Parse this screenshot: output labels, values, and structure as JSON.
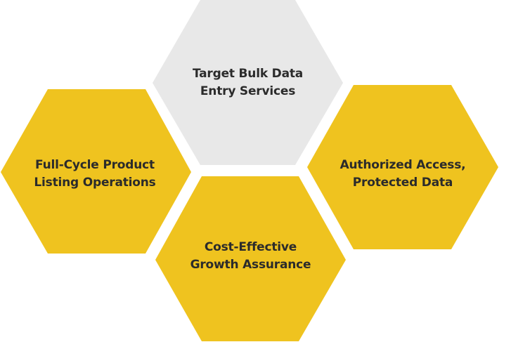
{
  "colors": {
    "background": "#ffffff",
    "highlight": "#efc31f",
    "neutral": "#e8e8e8",
    "text": "#2b2b2b"
  },
  "hexagons": [
    {
      "id": "target-bulk-data-entry",
      "fill": "#e8e8e8",
      "lines": [
        "Target Bulk Data",
        "Entry Services"
      ]
    },
    {
      "id": "full-cycle-product-listing",
      "fill": "#efc31f",
      "lines": [
        "Full-Cycle Product",
        "Listing Operations"
      ]
    },
    {
      "id": "authorized-access-protected-data",
      "fill": "#efc31f",
      "lines": [
        "Authorized Access,",
        "Protected Data"
      ]
    },
    {
      "id": "cost-effective-growth-assurance",
      "fill": "#efc31f",
      "lines": [
        "Cost-Effective",
        "Growth Assurance"
      ]
    }
  ]
}
